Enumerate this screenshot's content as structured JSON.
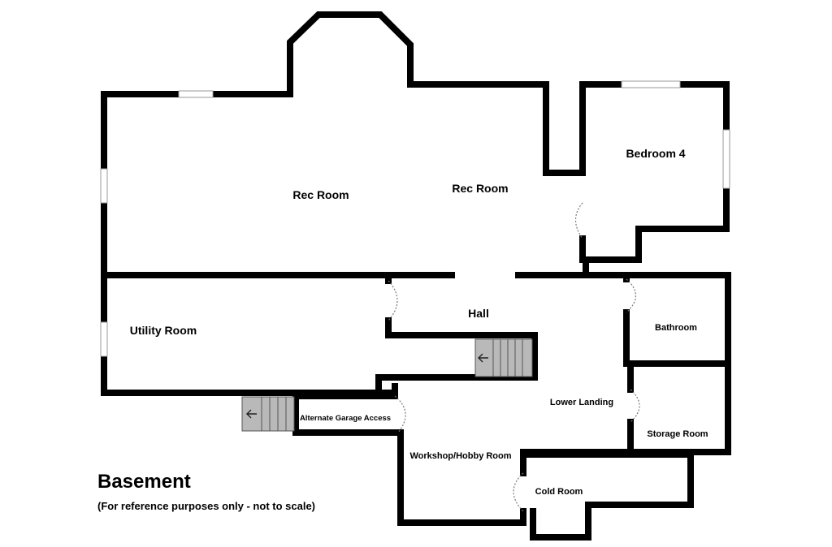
{
  "plan": {
    "title": "Basement",
    "subtitle": "(For reference purposes only - not to scale)",
    "rooms": {
      "rec_room_west": "Rec Room",
      "rec_room_east": "Rec Room",
      "bedroom_4": "Bedroom 4",
      "utility_room": "Utility Room",
      "hall": "Hall",
      "bathroom": "Bathroom",
      "lower_landing": "Lower Landing",
      "storage_room": "Storage Room",
      "alternate_garage_access": "Alternate Garage Access",
      "workshop_hobby_room": "Workshop/Hobby Room",
      "cold_room": "Cold Room"
    }
  }
}
